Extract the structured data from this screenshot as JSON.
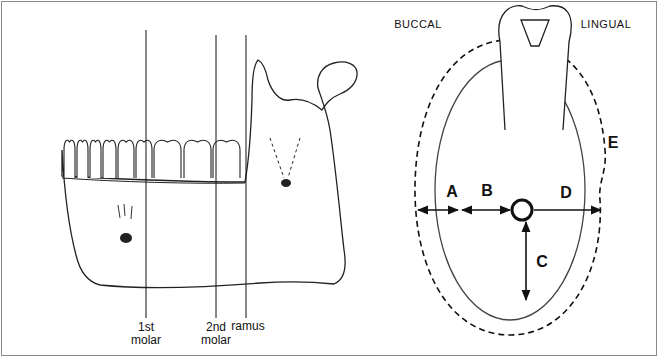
{
  "diagram": {
    "labels": [
      "1st molar",
      "2nd molar",
      "ramus",
      "BUCCAL",
      "LINGUAL",
      "A",
      "B",
      "C",
      "D",
      "E"
    ]
  }
}
